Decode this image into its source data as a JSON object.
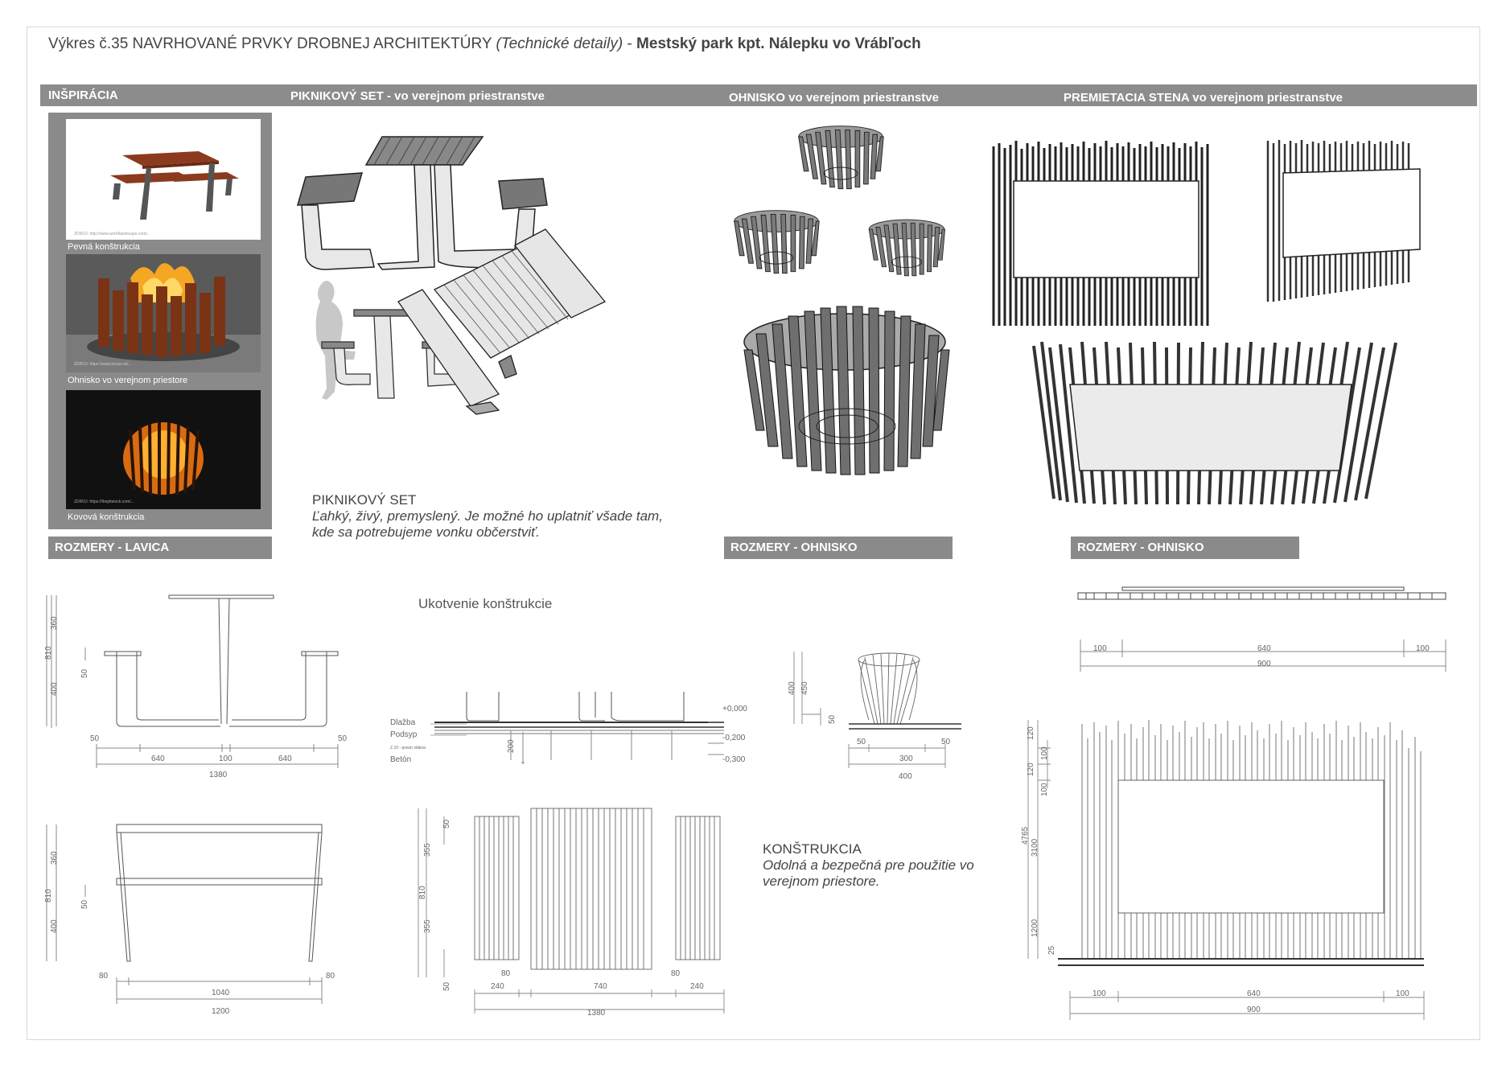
{
  "title": {
    "prefix": "Výkres č.35 NAVRHOVANÉ PRVKY DROBNEJ ARCHITEKTÚRY",
    "subtitle": "(Technické detaily)",
    "dash": " - ",
    "place": "Mestský park kpt. Nálepku vo Vrábľoch"
  },
  "bands": {
    "inspiracia": "INŠPIRÁCIA",
    "piknik": "PIKNIKOVÝ SET - vo verejnom priestranstve",
    "ohnisko": "OHNISKO vo verejnom priestranstve",
    "stena": "PREMIETACIA STENA vo verejnom priestranstve"
  },
  "inspiration": {
    "items": [
      {
        "caption": "Pevná konštrukcia",
        "source": "ZDROJ: http://www.worldlandscape.com/..."
      },
      {
        "caption": "Ohnisko vo verejnom priestore",
        "source": "ZDROJ: https://www.houzz.sk/..."
      },
      {
        "caption": "Kovová konštrukcia",
        "source": "ZDROJ: https://firepitstock.com/..."
      }
    ]
  },
  "sections": {
    "lavica": "ROZMERY - LAVICA",
    "ohnisko1": "ROZMERY - OHNISKO",
    "ohnisko2": "ROZMERY - OHNISKO"
  },
  "notes": {
    "piknik_title": "PIKNIKOVÝ SET",
    "piknik_text": "Ľahký, živý, premyslený. Je možné ho uplatniť všade tam, kde sa potrebujeme vonku občerstviť.",
    "ukotvenie": "Ukotvenie konštrukcie",
    "konstr_title": "KONŠTRUKCIA",
    "konstr_text": "Odolná  a bezpečná pre použitie vo verejnom priestore."
  },
  "layers": {
    "dlazba": "Dlažba",
    "podsyp": "Podsyp",
    "geotextilia": "Z.10 - posun vlákna",
    "beton": "Betón",
    "lev0": "+0,000",
    "lev1": "-0,200",
    "lev2": "-0,300",
    "d200": "200"
  },
  "dims": {
    "bench_front": {
      "h810": "810",
      "h360": "360",
      "h400": "400",
      "h50": "50",
      "w50a": "50",
      "w640a": "640",
      "w100": "100",
      "w640b": "640",
      "w50b": "50",
      "w1380": "1380"
    },
    "bench_side": {
      "h810": "810",
      "h360": "360",
      "h400": "400",
      "h50": "50",
      "w80a": "80",
      "w1040": "1040",
      "w80b": "80",
      "w1200": "1200"
    },
    "plan": {
      "h810": "810",
      "h355a": "355",
      "h355b": "355",
      "h50a": "50",
      "h50b": "50",
      "w240a": "240",
      "w80a": "80",
      "w740": "740",
      "w80b": "80",
      "w240b": "240",
      "w1380": "1380"
    },
    "fire": {
      "h400": "400",
      "h450": "450",
      "h50": "50",
      "w50a": "50",
      "w50b": "50",
      "w300": "300",
      "w400": "400"
    },
    "wall_top": {
      "w100a": "100",
      "w640": "640",
      "w100b": "100",
      "w900": "900"
    },
    "wall_front": {
      "h120a": "120",
      "h100a": "100",
      "h120b": "120",
      "h100b": "100",
      "h4765": "4765",
      "h3100": "3100",
      "h1200": "1200",
      "h25": "25",
      "w100a": "100",
      "w640": "640",
      "w100b": "100",
      "w900": "900"
    }
  }
}
